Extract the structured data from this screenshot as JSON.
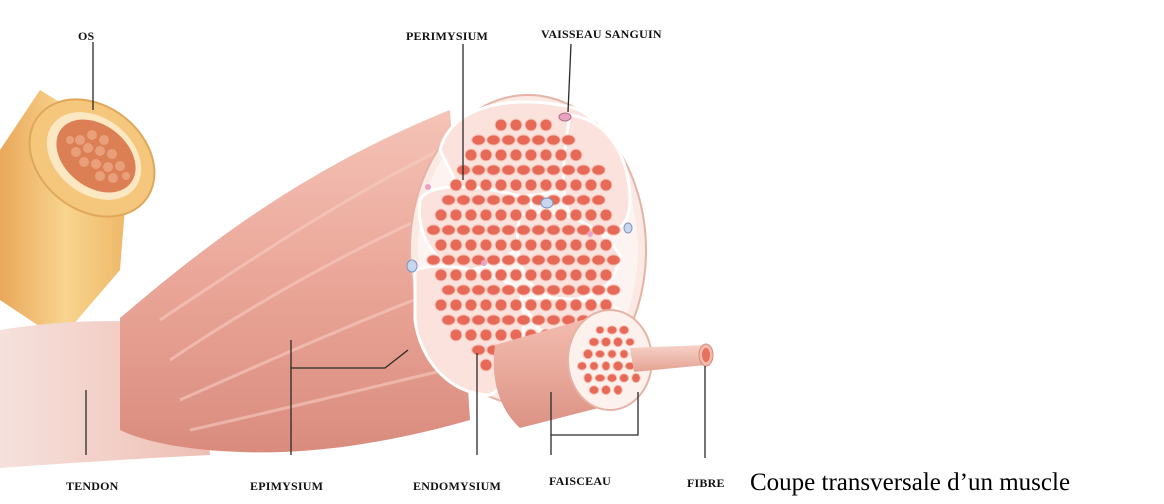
{
  "labels": {
    "os": "OS",
    "perimysium": "PERIMYSIUM",
    "vaisseau_sanguin": "VAISSEAU SANGUIN",
    "tendon": "TENDON",
    "epimysium": "EPIMYSIUM",
    "endomysium": "ENDOMYSIUM",
    "faisceau": "FAISCEAU",
    "fibre": "FIBRE"
  },
  "caption": "Coupe transversale d’un muscle",
  "colors": {
    "muscle": "#e9a79a",
    "muscle_dark": "#d88a7c",
    "fiber": "#e66a57",
    "perimysium": "#fdf1ee",
    "bone": "#f3c277",
    "bone_marrow": "#dc7f54",
    "tendon": "#f3d5cf",
    "vessel": "#9fb6d8"
  }
}
